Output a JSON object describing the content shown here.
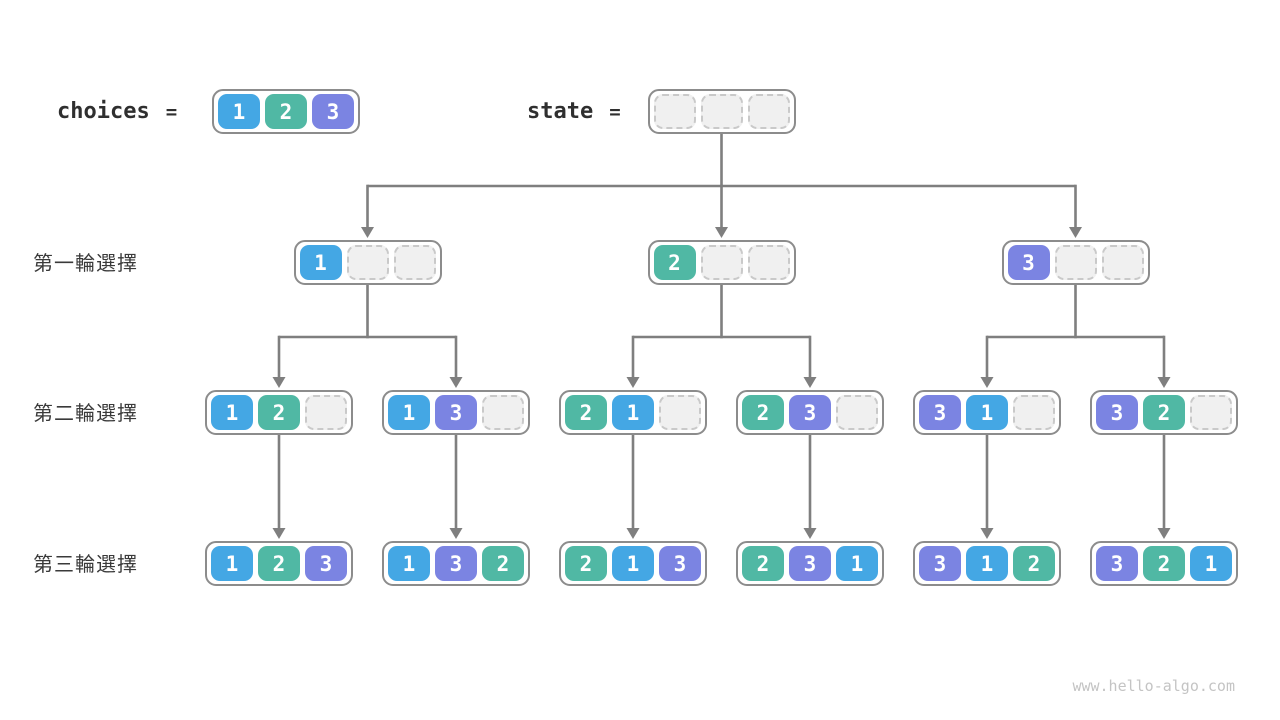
{
  "palette": {
    "value1": "#44a7e4",
    "value2": "#50b8a4",
    "value3": "#7b84e2",
    "empty_fill": "#f0f0f0",
    "empty_border": "#c9c9c9",
    "box_border": "#8c8c8c",
    "arrow": "#7f7f7f"
  },
  "header": {
    "choices_label": "choices",
    "equals": "=",
    "state_label": "state",
    "choices_values": [
      1,
      2,
      3
    ],
    "state_values": [
      null,
      null,
      null
    ]
  },
  "rows": [
    {
      "label": "第一輪選擇",
      "nodes": [
        [
          1,
          null,
          null
        ],
        [
          2,
          null,
          null
        ],
        [
          3,
          null,
          null
        ]
      ]
    },
    {
      "label": "第二輪選擇",
      "nodes": [
        [
          1,
          2,
          null
        ],
        [
          1,
          3,
          null
        ],
        [
          2,
          1,
          null
        ],
        [
          2,
          3,
          null
        ],
        [
          3,
          1,
          null
        ],
        [
          3,
          2,
          null
        ]
      ]
    },
    {
      "label": "第三輪選擇",
      "nodes": [
        [
          1,
          2,
          3
        ],
        [
          1,
          3,
          2
        ],
        [
          2,
          1,
          3
        ],
        [
          2,
          3,
          1
        ],
        [
          3,
          1,
          2
        ],
        [
          3,
          2,
          1
        ]
      ]
    }
  ],
  "watermark": "www.hello-algo.com"
}
